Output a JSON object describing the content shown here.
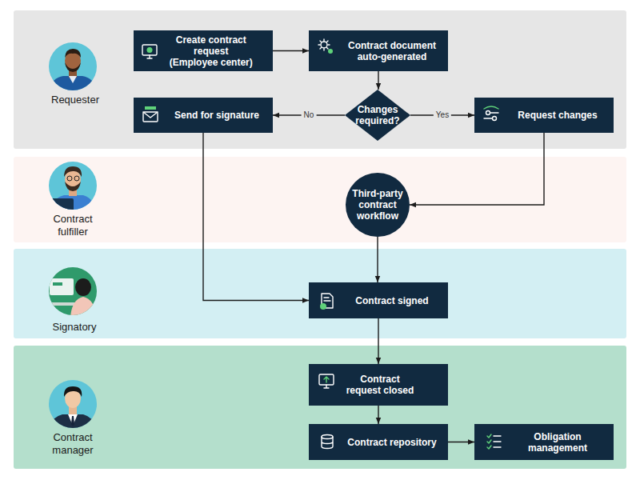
{
  "diagram": {
    "nodes": [
      {
        "text": [
          "Requester"
        ]
      },
      {
        "text": [
          "Create contract request (Employee center)"
        ],
        "in": 0
      },
      {
        "text": [
          "Contract document auto-generated"
        ],
        "in": 0
      },
      {
        "text": [
          "Send for signature"
        ],
        "in": 0
      },
      {
        "text": [
          "Changes required?"
        ],
        "in": 0
      },
      {
        "text": [
          "Request changes"
        ],
        "in": 0
      },
      {
        "text": [
          "Contract fulfiller"
        ]
      },
      {
        "text": [
          "Third-party contract workflow"
        ],
        "in": 6
      },
      {
        "text": [
          "Signatory"
        ]
      },
      {
        "text": [
          "Contract signed"
        ],
        "in": 8
      },
      {
        "text": [
          "Contract manager"
        ]
      },
      {
        "text": [
          "Contract request closed"
        ],
        "in": 10
      },
      {
        "text": [
          "Contract repository"
        ],
        "in": 10
      },
      {
        "text": [
          "Obligation management"
        ],
        "in": 10
      }
    ],
    "edges": [
      {
        "from": 1,
        "to": 2,
        "arrow": "to"
      },
      {
        "from": 2,
        "to": 4,
        "arrow": "to"
      },
      {
        "from": 4,
        "to": 3,
        "label": "No",
        "arrow": "to"
      },
      {
        "from": 4,
        "to": 5,
        "label": "Yes",
        "arrow": "to"
      },
      {
        "from": 5,
        "to": 7,
        "arrow": "to"
      },
      {
        "from": 3,
        "to": 9,
        "arrow": "to"
      },
      {
        "from": 7,
        "to": 9,
        "arrow": "to"
      },
      {
        "from": 9,
        "to": 11,
        "arrow": "to"
      },
      {
        "from": 11,
        "to": 12,
        "arrow": "to"
      },
      {
        "from": 12,
        "to": 13,
        "arrow": "to"
      }
    ]
  }
}
